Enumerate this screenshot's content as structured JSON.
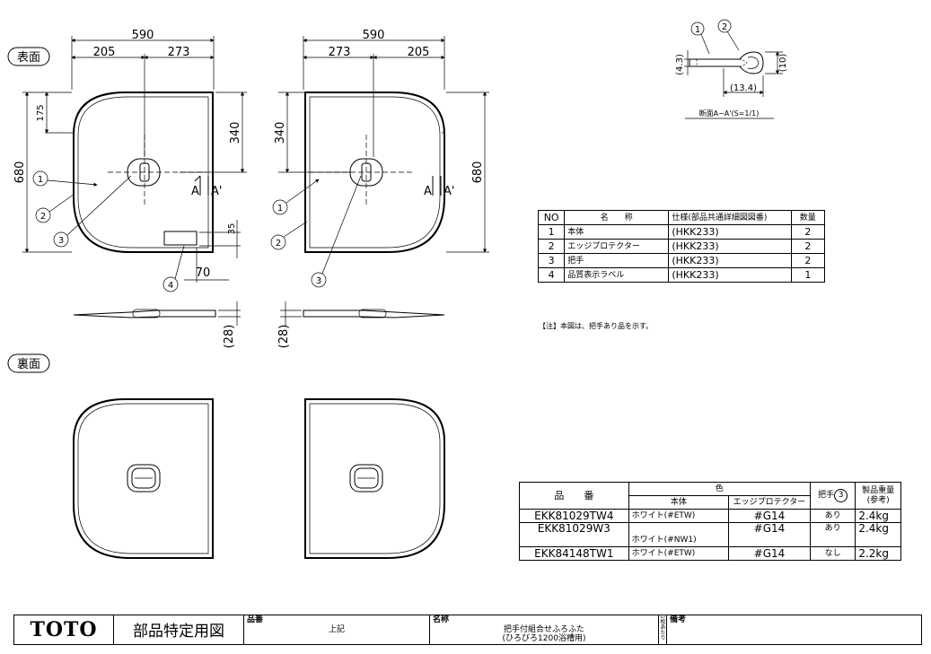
{
  "views": {
    "front_label": "表面",
    "back_label": "裏面"
  },
  "dimensions": {
    "width_total": "590",
    "left_seg_a": "205",
    "left_seg_b": "273",
    "right_seg_a": "273",
    "right_seg_b": "205",
    "height_total": "680",
    "corner": "175",
    "handle_y": "340",
    "label_h": "35",
    "label_x": "70",
    "thickness": "(28)"
  },
  "callouts": [
    "1",
    "2",
    "3",
    "4"
  ],
  "section": {
    "dim_h": "(4.3)",
    "dim_v": "(10)",
    "dim_w": "(13.4)",
    "mark_a": "A",
    "mark_a2": "A'",
    "caption": "断面A−A'(S=1/1)"
  },
  "parts_table": {
    "headers": [
      "NO",
      "名　　称",
      "仕様(部品共通詳細図図番)",
      "数量"
    ],
    "rows": [
      [
        "1",
        "本体",
        "(HKK233)",
        "2"
      ],
      [
        "2",
        "エッジプロテクター",
        "(HKK233)",
        "2"
      ],
      [
        "3",
        "把手",
        "(HKK233)",
        "2"
      ],
      [
        "4",
        "品質表示ラベル",
        "(HKK233)",
        "1"
      ]
    ]
  },
  "note": "【注】本図は、把手あり品を示す。",
  "product_table": {
    "h_part": "品　　番",
    "h_color": "色",
    "h_body": "本体",
    "h_edge": "エッジプロテクター",
    "h_handle": "把手",
    "h_handle_no": "3",
    "h_weight1": "製品重量",
    "h_weight2": "(参考)",
    "rows": [
      [
        "EKK81029TW4",
        "ホワイト(#ETW)",
        "#G14",
        "あり",
        "2.4kg"
      ],
      [
        "EKK81029W3",
        "ホワイト(#NW1)",
        "#G14",
        "あり",
        "2.4kg"
      ],
      [
        "EKK84148TW1",
        "ホワイト(#ETW)",
        "#G14",
        "なし",
        "2.2kg"
      ]
    ]
  },
  "title_block": {
    "brand": "TOTO",
    "doc_type": "部品特定用図",
    "part_no_label": "品番",
    "part_no_value": "上記",
    "name_label": "名称",
    "name_line1": "把手付組合せふろふた",
    "name_line2": "(ひろびろ1200浴槽用)",
    "side_label": "1枚あたり",
    "remarks_label": "備考"
  }
}
